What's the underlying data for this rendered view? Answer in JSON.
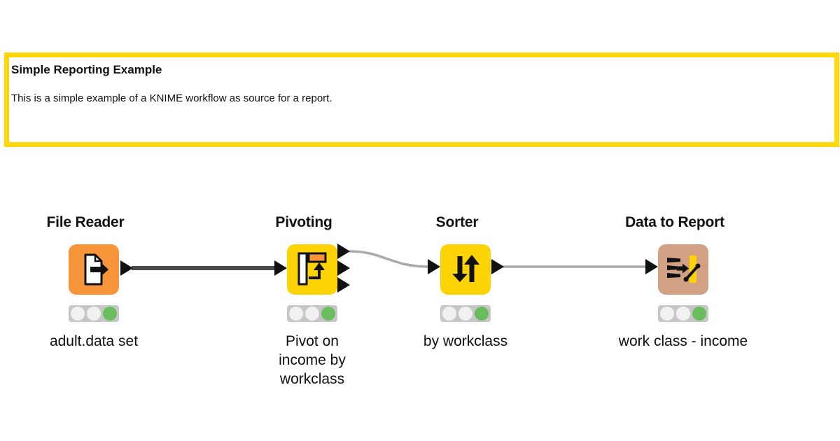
{
  "annotation": {
    "title": "Simple Reporting Example",
    "body": "This is a simple example of a KNIME workflow as source for a report.",
    "border_color": "#FFD60A"
  },
  "workflow": {
    "nodes": [
      {
        "title": "File Reader",
        "label": "adult.data set",
        "color": "#F8953B",
        "icon": "file-reader-icon",
        "status": "executed"
      },
      {
        "title": "Pivoting",
        "label": "Pivot on income by workclass",
        "color": "#FDD304",
        "icon": "pivoting-icon",
        "status": "executed"
      },
      {
        "title": "Sorter",
        "label": "by workclass",
        "color": "#FDD304",
        "icon": "sorter-icon",
        "status": "executed"
      },
      {
        "title": "Data to Report",
        "label": "work class - income",
        "color": "#D2A183",
        "icon": "data-to-report-icon",
        "status": "executed"
      }
    ],
    "status_colors": {
      "executed_green": "#6ABD5F",
      "inactive_gray": "#F1F1F1"
    },
    "connection_colors": {
      "selected": "#4A4A4A",
      "normal": "#AAAAAA"
    }
  }
}
